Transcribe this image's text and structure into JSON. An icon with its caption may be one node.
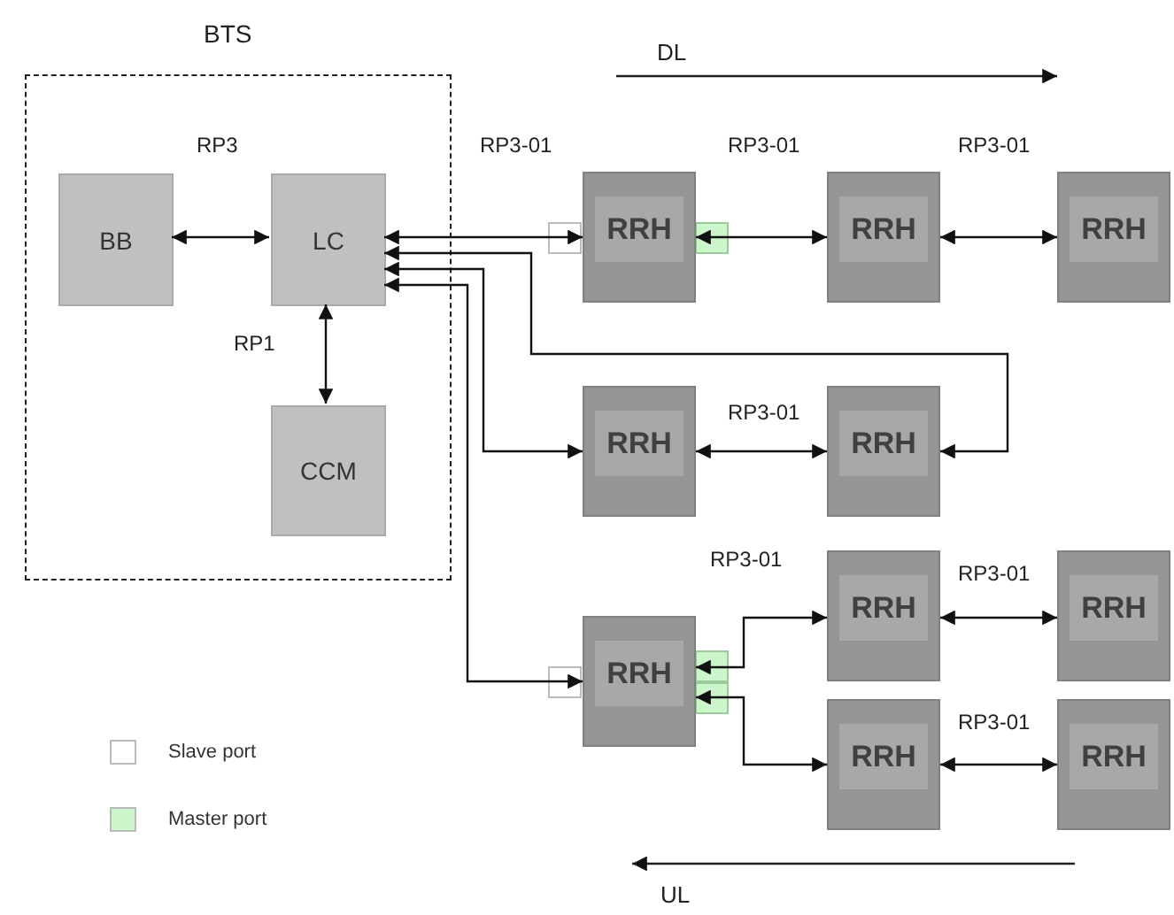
{
  "diagram": {
    "nodes": [
      {
        "text": [
          "BTS"
        ]
      },
      {
        "text": [
          "BB"
        ],
        "in": 0
      },
      {
        "text": [
          "LC"
        ],
        "in": 0
      },
      {
        "text": [
          "CCM"
        ],
        "in": 0
      },
      {
        "text": [
          "RRH"
        ]
      },
      {
        "text": [
          "RRH"
        ]
      },
      {
        "text": [
          "RRH"
        ]
      },
      {
        "text": [
          "RRH"
        ]
      },
      {
        "text": [
          "RRH"
        ]
      },
      {
        "text": [
          "RRH"
        ]
      },
      {
        "text": [
          "RRH"
        ]
      },
      {
        "text": [
          "RRH"
        ]
      },
      {
        "text": [
          "RRH"
        ]
      },
      {
        "text": [
          "RRH"
        ]
      }
    ],
    "edges": [
      {
        "from": 1,
        "to": 2,
        "arrow": "both",
        "label": "RP3"
      },
      {
        "from": 2,
        "to": 3,
        "arrow": "both",
        "label": "RP1"
      },
      {
        "from": 2,
        "to": 4,
        "arrow": "both",
        "label": "RP3-01"
      },
      {
        "from": 4,
        "to": 5,
        "arrow": "both",
        "label": "RP3-01"
      },
      {
        "from": 5,
        "to": 6,
        "arrow": "both",
        "label": "RP3-01"
      },
      {
        "from": 2,
        "to": 8,
        "arrow": "both"
      },
      {
        "from": 2,
        "to": 7,
        "arrow": "both"
      },
      {
        "from": 7,
        "to": 8,
        "arrow": "both",
        "label": "RP3-01"
      },
      {
        "from": 2,
        "to": 9,
        "arrow": "both"
      },
      {
        "from": 9,
        "to": 10,
        "arrow": "both",
        "label": "RP3-01"
      },
      {
        "from": 9,
        "to": 12,
        "arrow": "both"
      },
      {
        "from": 10,
        "to": 11,
        "arrow": "both",
        "label": "RP3-01"
      },
      {
        "from": 12,
        "to": 13,
        "arrow": "both",
        "label": "RP3-01"
      }
    ],
    "labels": [
      "DL",
      "UL"
    ],
    "legend": [
      {
        "text": "Slave port",
        "color": "#ffffff"
      },
      {
        "text": "Master port",
        "color": "#ccf5cc"
      }
    ]
  }
}
